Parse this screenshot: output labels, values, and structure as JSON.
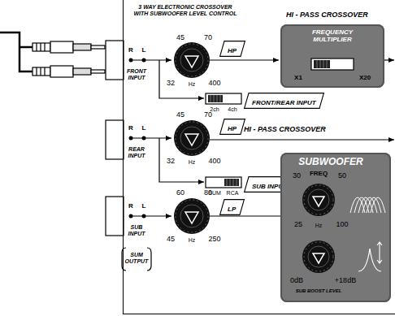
{
  "diagram": {
    "nodes": [
      {
        "text": [
          "3 WAY ELECTRONIC CROSSOVER WITH SUBWOOFER LEVEL CONTROL"
        ]
      },
      {
        "text": [
          "FREQUENCY MULTIPLIER",
          "X1",
          "X20"
        ],
        "in": 0
      },
      {
        "text": [
          "HP"
        ],
        "in": 0
      },
      {
        "text": [
          "FRONT/REAR INPUT"
        ],
        "in": 0
      },
      {
        "text": [
          "HP"
        ],
        "in": 0
      },
      {
        "text": [
          "SUB INPUT"
        ],
        "in": 0
      },
      {
        "text": [
          "LP"
        ],
        "in": 0
      },
      {
        "text": [
          "SUBWOOFER",
          "30",
          "FREQ",
          "50",
          "25",
          "Hz",
          "100",
          "0dB",
          "+18dB",
          "SUB BOOST LEVEL"
        ],
        "in": 0
      }
    ],
    "labels": [
      "HI - PASS CROSSOVER",
      "R",
      "L",
      "FRONT INPUT",
      "45",
      "70",
      "32",
      "Hz",
      "400",
      "2ch",
      "4ch",
      "R",
      "L",
      "REAR INPUT",
      "45",
      "70",
      "32",
      "Hz",
      "400",
      "HI - PASS CROSSOVER",
      "SUM",
      "RCA",
      "R",
      "L",
      "SUB INPUT",
      "SUM OUTPUT",
      "60",
      "80",
      "45",
      "Hz",
      "250"
    ]
  }
}
